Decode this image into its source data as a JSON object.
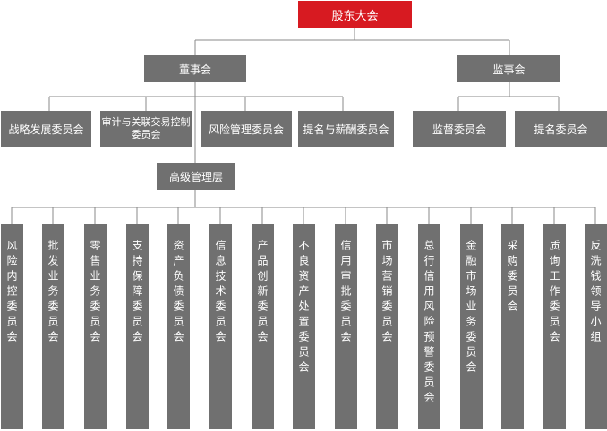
{
  "diagram": {
    "top": "股东大会",
    "board": "董事会",
    "supervisory": "监事会",
    "board_committees": [
      "战略发展委员会",
      "审计与关联交易控制委员会",
      "风险管理委员会",
      "提名与薪酬委员会"
    ],
    "supervisory_committees": [
      "监督委员会",
      "提名委员会"
    ],
    "management": "高级管理层",
    "management_committees": [
      "风险内控委员会",
      "批发业务委员会",
      "零售业务委员会",
      "支持保障委员会",
      "资产负债委员会",
      "信息技术委员会",
      "产品创新委员会",
      "不良资产处置委员会",
      "信用审批委员会",
      "市场营销委员会",
      "总行信用风险预警委员会",
      "金融市场业务委员会",
      "采购委员会",
      "质询工作委员会",
      "反洗钱领导小组"
    ]
  }
}
